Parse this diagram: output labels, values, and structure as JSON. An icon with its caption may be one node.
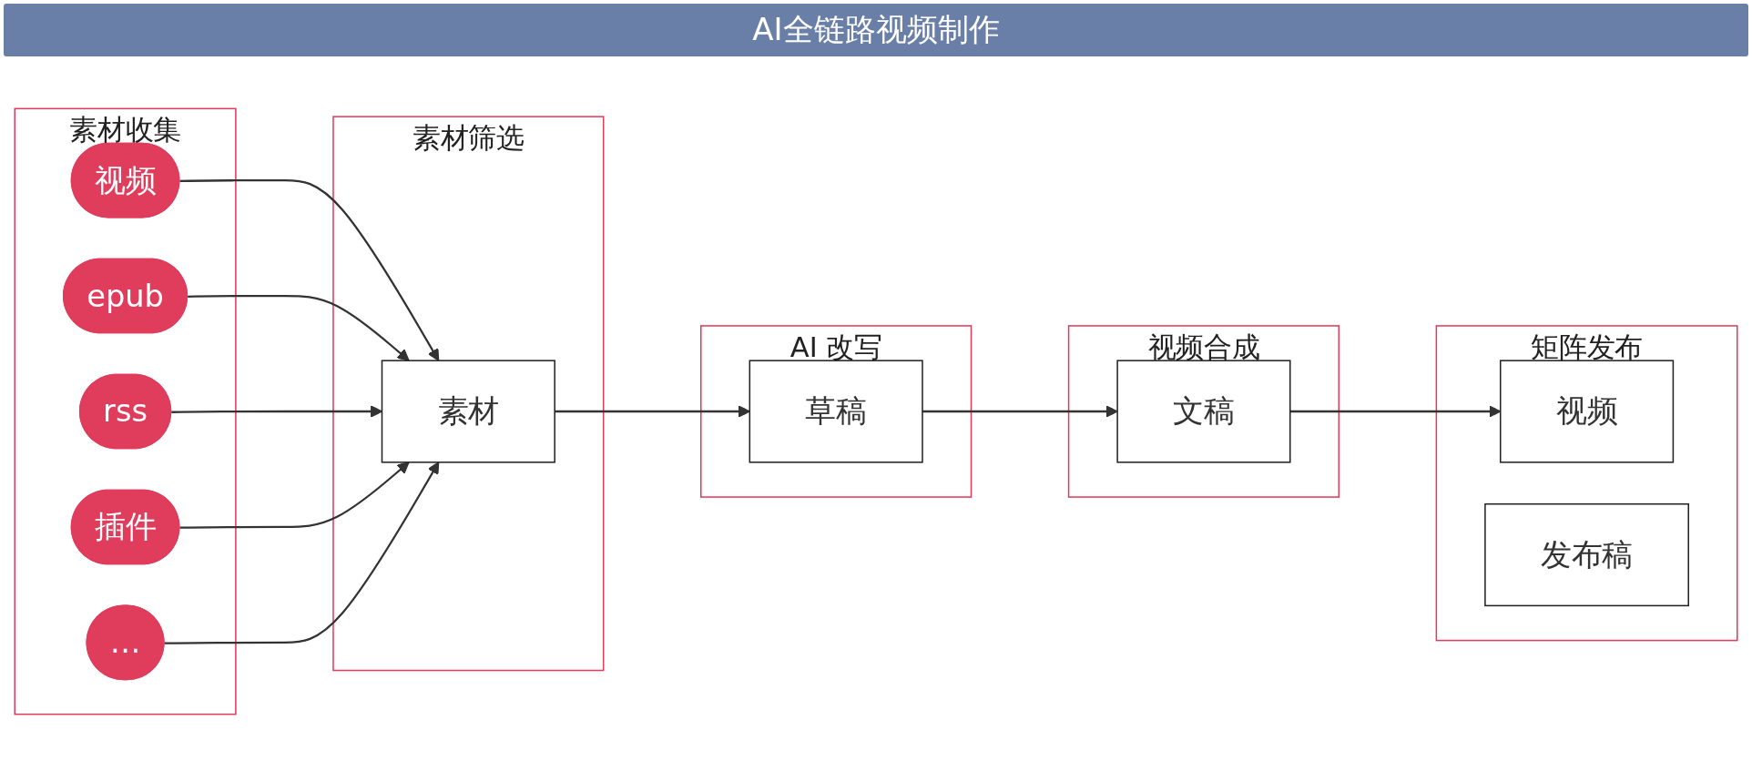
{
  "diagram": {
    "title": "AI全链路视频制作",
    "nodes": [
      {
        "text": [
          "素材收集"
        ]
      },
      {
        "text": [
          "素材筛选"
        ]
      },
      {
        "text": [
          "AI 改写"
        ]
      },
      {
        "text": [
          "视频合成"
        ]
      },
      {
        "text": [
          "矩阵发布"
        ]
      },
      {
        "text": [
          "视频"
        ],
        "in": 0
      },
      {
        "text": [
          "epub"
        ],
        "in": 0
      },
      {
        "text": [
          "rss"
        ],
        "in": 0
      },
      {
        "text": [
          "插件"
        ],
        "in": 0
      },
      {
        "text": [
          "…"
        ],
        "in": 0
      },
      {
        "text": [
          "素材"
        ],
        "in": 1
      },
      {
        "text": [
          "草稿"
        ],
        "in": 2
      },
      {
        "text": [
          "文稿"
        ],
        "in": 3
      },
      {
        "text": [
          "视频"
        ],
        "in": 4
      },
      {
        "text": [
          "发布稿"
        ],
        "in": 4
      }
    ],
    "edges": [
      {
        "from": 5,
        "to": 10,
        "arrow": "to"
      },
      {
        "from": 6,
        "to": 10,
        "arrow": "to"
      },
      {
        "from": 7,
        "to": 10,
        "arrow": "to"
      },
      {
        "from": 8,
        "to": 10,
        "arrow": "to"
      },
      {
        "from": 9,
        "to": 10,
        "arrow": "to"
      },
      {
        "from": 10,
        "to": 11,
        "arrow": "to"
      },
      {
        "from": 11,
        "to": 12,
        "arrow": "to"
      },
      {
        "from": 12,
        "to": 13,
        "arrow": "to"
      }
    ]
  }
}
